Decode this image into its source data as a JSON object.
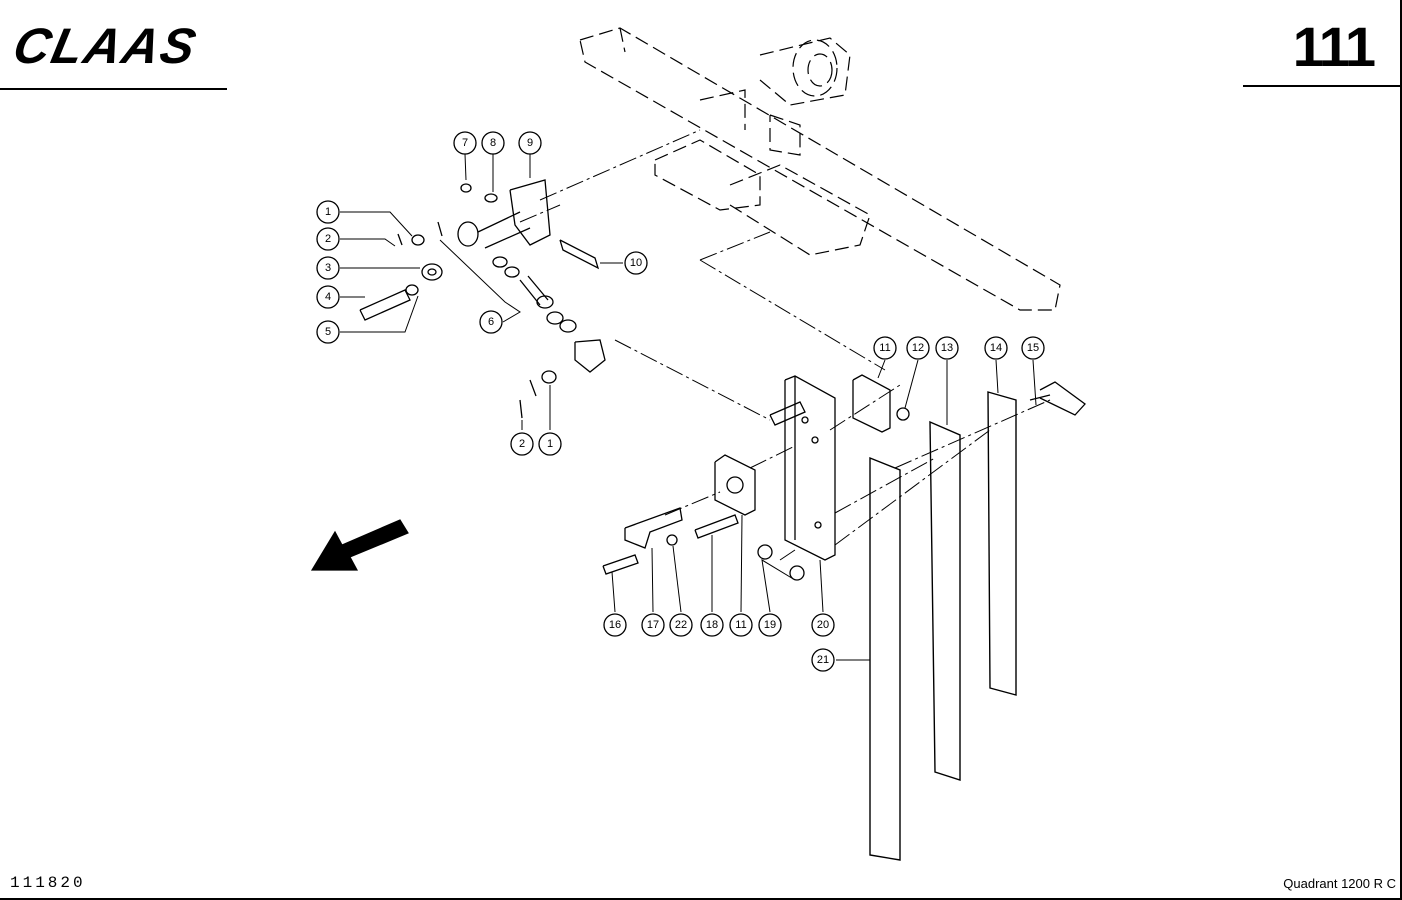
{
  "header": {
    "brand": "CLAAS",
    "page_number": "111"
  },
  "footer": {
    "drawing_id": "111820",
    "model": "Quadrant 1200 R C"
  },
  "callouts": [
    {
      "label": "1"
    },
    {
      "label": "2"
    },
    {
      "label": "3"
    },
    {
      "label": "4"
    },
    {
      "label": "5"
    },
    {
      "label": "6"
    },
    {
      "label": "7"
    },
    {
      "label": "8"
    },
    {
      "label": "9"
    },
    {
      "label": "10"
    },
    {
      "label": "1"
    },
    {
      "label": "2"
    },
    {
      "label": "11"
    },
    {
      "label": "12"
    },
    {
      "label": "13"
    },
    {
      "label": "14"
    },
    {
      "label": "15"
    },
    {
      "label": "16"
    },
    {
      "label": "17"
    },
    {
      "label": "22"
    },
    {
      "label": "18"
    },
    {
      "label": "11"
    },
    {
      "label": "19"
    },
    {
      "label": "20"
    },
    {
      "label": "21"
    }
  ]
}
